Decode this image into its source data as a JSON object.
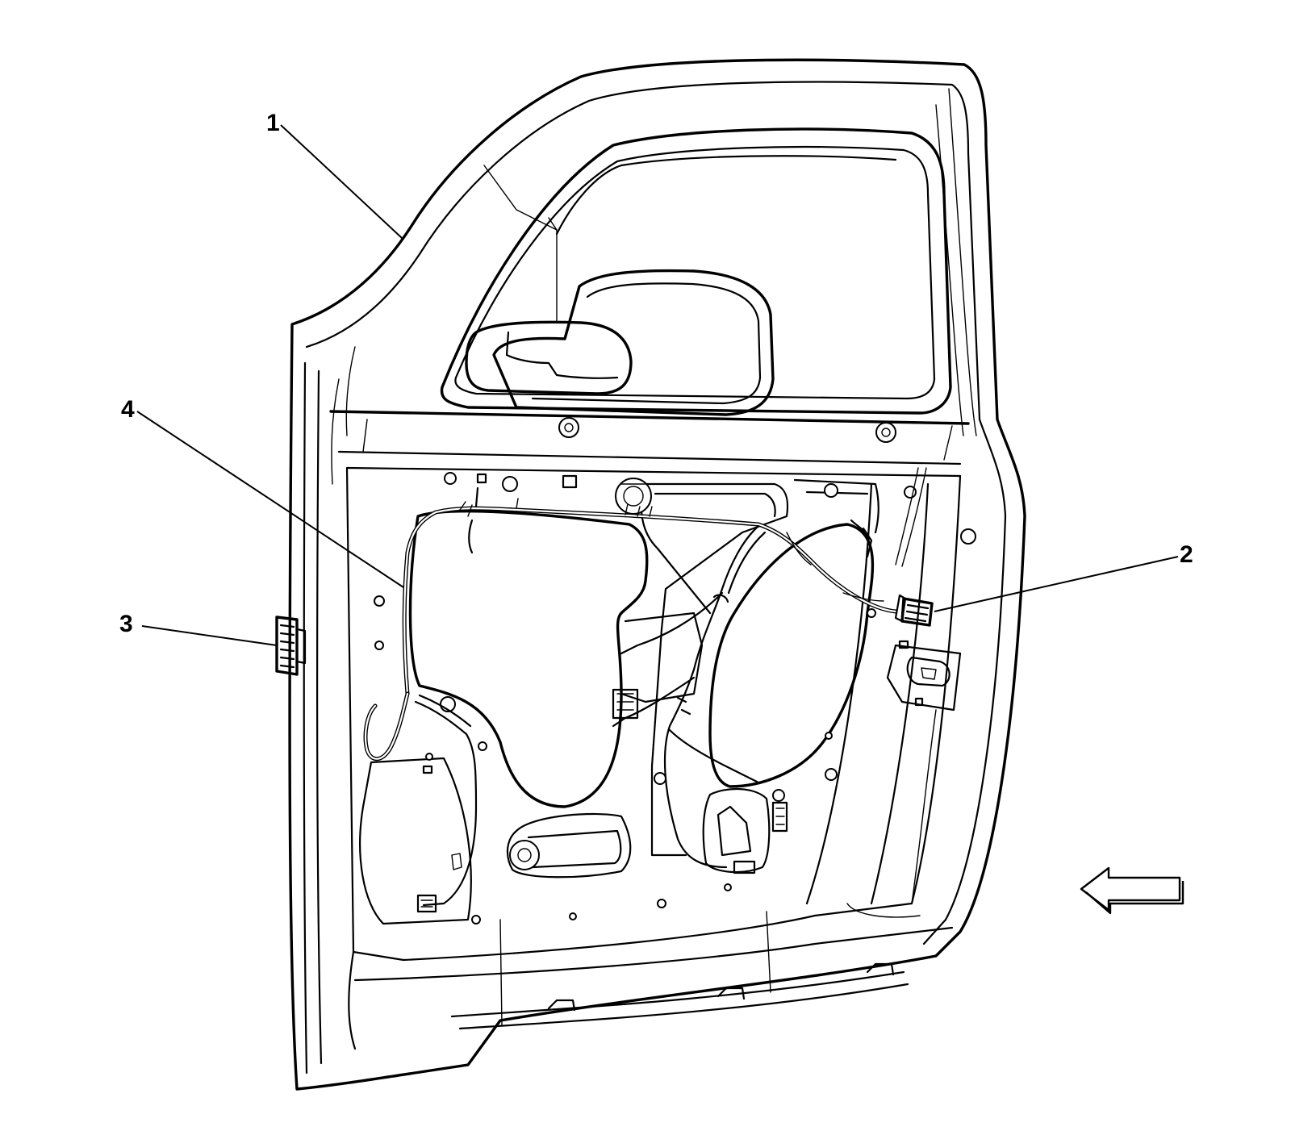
{
  "callouts": [
    {
      "label": "1",
      "part": "door"
    },
    {
      "label": "2",
      "part": "connector"
    },
    {
      "label": "3",
      "part": "hinge-side-connector"
    },
    {
      "label": "4",
      "part": "door-wiring-harness"
    }
  ],
  "colors": {
    "line": "#000000",
    "background": "#ffffff"
  },
  "icons": {
    "direction_arrow": "arrow-left-icon"
  }
}
